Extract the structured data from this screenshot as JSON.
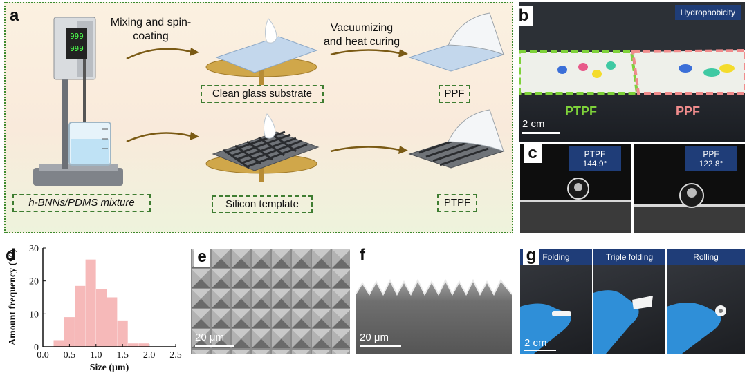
{
  "panel_a": {
    "letter": "a",
    "step1": "Mixing and spin-coating",
    "step2_line1": "Vacuumizing",
    "step2_line2": "and heat curing",
    "display_top": "999",
    "display_bottom": "999",
    "label_mixture": "h-BNNs/PDMS mixture",
    "label_glass": "Clean glass substrate",
    "label_template": "Silicon template",
    "label_ppf": "PPF",
    "label_ptpf": "PTPF"
  },
  "panel_b": {
    "letter": "b",
    "badge": "Hydrophobicity",
    "label_left": "PTPF",
    "label_right": "PPF",
    "scale": "2 cm"
  },
  "panel_c": {
    "letter": "c",
    "left_name": "PTPF",
    "left_angle": "144.9°",
    "right_name": "PPF",
    "right_angle": "122.8°"
  },
  "panel_d": {
    "letter": "d"
  },
  "panel_e": {
    "letter": "e",
    "scale": "20 μm"
  },
  "panel_f": {
    "letter": "f",
    "scale": "20 μm"
  },
  "panel_g": {
    "letter": "g",
    "headers": [
      "Folding",
      "Triple folding",
      "Rolling"
    ],
    "scale": "2 cm"
  },
  "colors": {
    "green_dash": "#3e7d31",
    "pink_dash": "#f08c8c",
    "badge_blue": "#1f3d78",
    "bar_fill": "#f6b9b9",
    "glove_blue": "#2f8fd8"
  },
  "chart_data": {
    "type": "bar",
    "x": [
      0.3,
      0.5,
      0.7,
      0.9,
      1.1,
      1.3,
      1.5,
      1.7,
      1.9
    ],
    "values": [
      2,
      9,
      18.5,
      26.5,
      17.5,
      15,
      8,
      1,
      1
    ],
    "xlabel": "Size (μm)",
    "ylabel": "Amount frequency (%)",
    "xlim": [
      0.0,
      2.5
    ],
    "ylim": [
      0,
      30
    ],
    "xticks": [
      "0.0",
      "0.5",
      "1.0",
      "1.5",
      "2.0",
      "2.5"
    ],
    "yticks": [
      "0",
      "10",
      "20",
      "30"
    ],
    "grid": false
  }
}
